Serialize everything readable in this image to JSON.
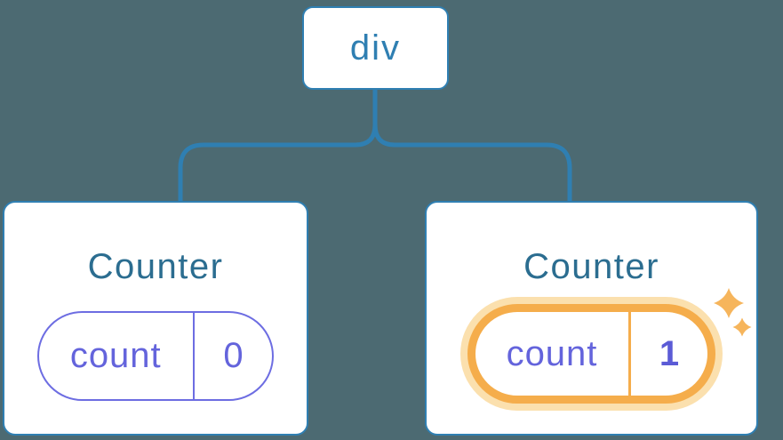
{
  "diagram": {
    "description": "React component tree diagram: a div root node with two Counter children, each holding a count state pill; the second Counter's state was just updated to 1 and is highlighted with sparkles",
    "background_color": "#4C6A72",
    "root": {
      "label": "div"
    },
    "components": [
      {
        "title": "Counter",
        "state": {
          "key": "count",
          "value": "0"
        },
        "highlighted": false
      },
      {
        "title": "Counter",
        "state": {
          "key": "count",
          "value": "1"
        },
        "highlighted": true
      }
    ],
    "colors": {
      "node_border_blue": "#2F7FB2",
      "connector_blue": "#2F7FB2",
      "component_title": "#2B6D90",
      "state_border_purple": "#6D6DE2",
      "state_text_purple": "#6464DC",
      "state_value_bold_purple": "#5B5BD6",
      "highlight_orange": "#F5AD4B",
      "highlight_glow": "#FBE0AE",
      "sparkle_orange": "#F6B55C",
      "card_background": "#FFFFFF"
    }
  }
}
